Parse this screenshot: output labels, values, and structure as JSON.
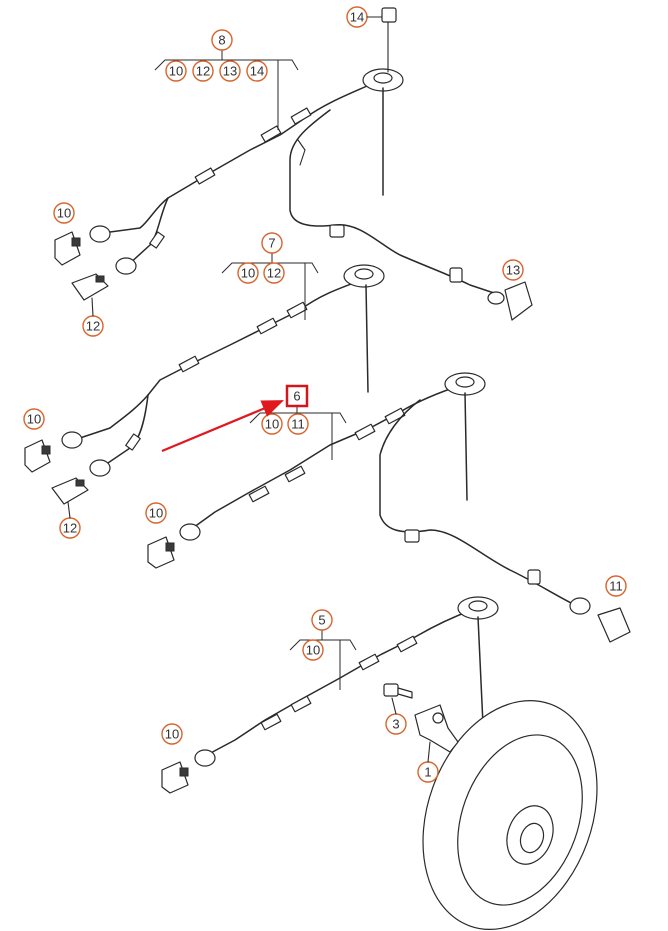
{
  "colors": {
    "callout_ring": "#d9632c",
    "highlight_box": "#d4161c",
    "arrow": "#e0191f",
    "line": "#2a2a2a"
  },
  "callouts": {
    "top_sensor_14": "14",
    "group8_header": "8",
    "group8_refs": [
      "10",
      "12",
      "13",
      "14"
    ],
    "group8_left_10": "10",
    "group8_left_12": "12",
    "group8_right_13": "13",
    "group7_header": "7",
    "group7_refs": [
      "10",
      "12"
    ],
    "group7_left_10": "10",
    "group7_left_12": "12",
    "group6_header": "6",
    "group6_refs": [
      "10",
      "11"
    ],
    "group6_left_10": "10",
    "group6_right_11": "11",
    "group5_header": "5",
    "group5_refs": [
      "10"
    ],
    "group5_left_10": "10",
    "bolt_3": "3",
    "sensor_1": "1"
  }
}
